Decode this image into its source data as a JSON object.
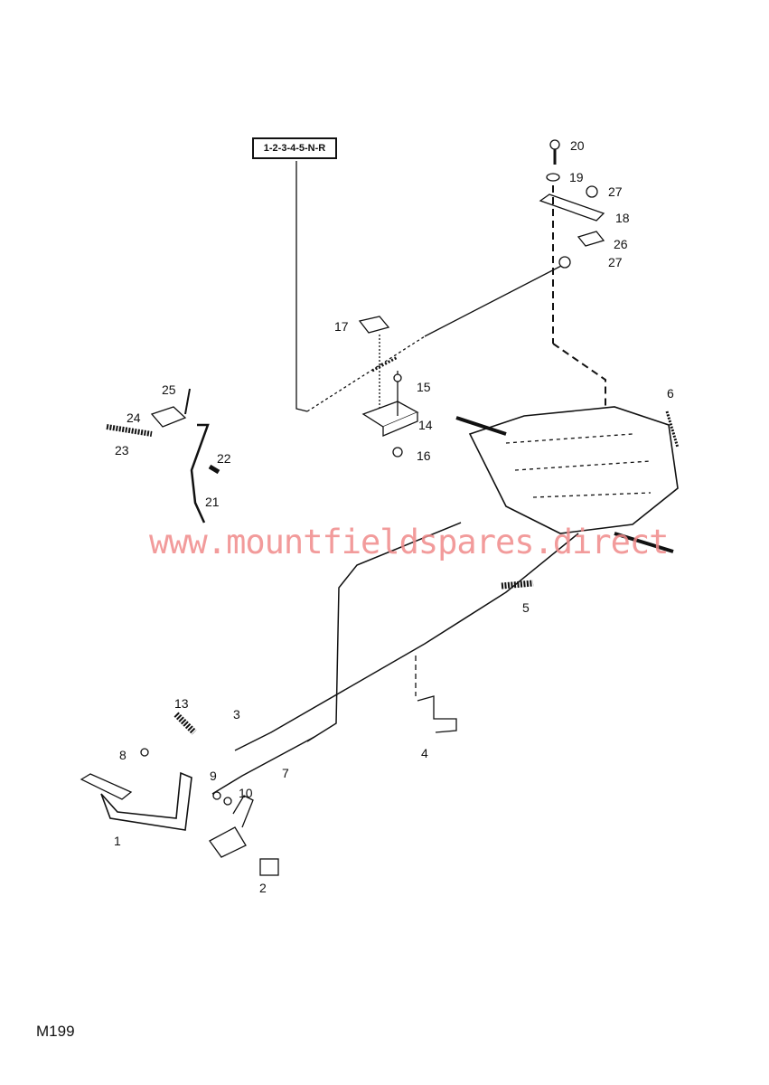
{
  "diagram": {
    "gear_box_label": "1-2-3-4-5-N-R",
    "callouts": [
      "20",
      "19",
      "27",
      "18",
      "26",
      "27",
      "17",
      "15",
      "14",
      "16",
      "25",
      "24",
      "22",
      "23",
      "21",
      "6",
      "5",
      "13",
      "3",
      "8",
      "9",
      "7",
      "10",
      "4",
      "1",
      "2"
    ],
    "watermark": "www.mountfieldspares.direct",
    "diagram_code": "M199"
  }
}
